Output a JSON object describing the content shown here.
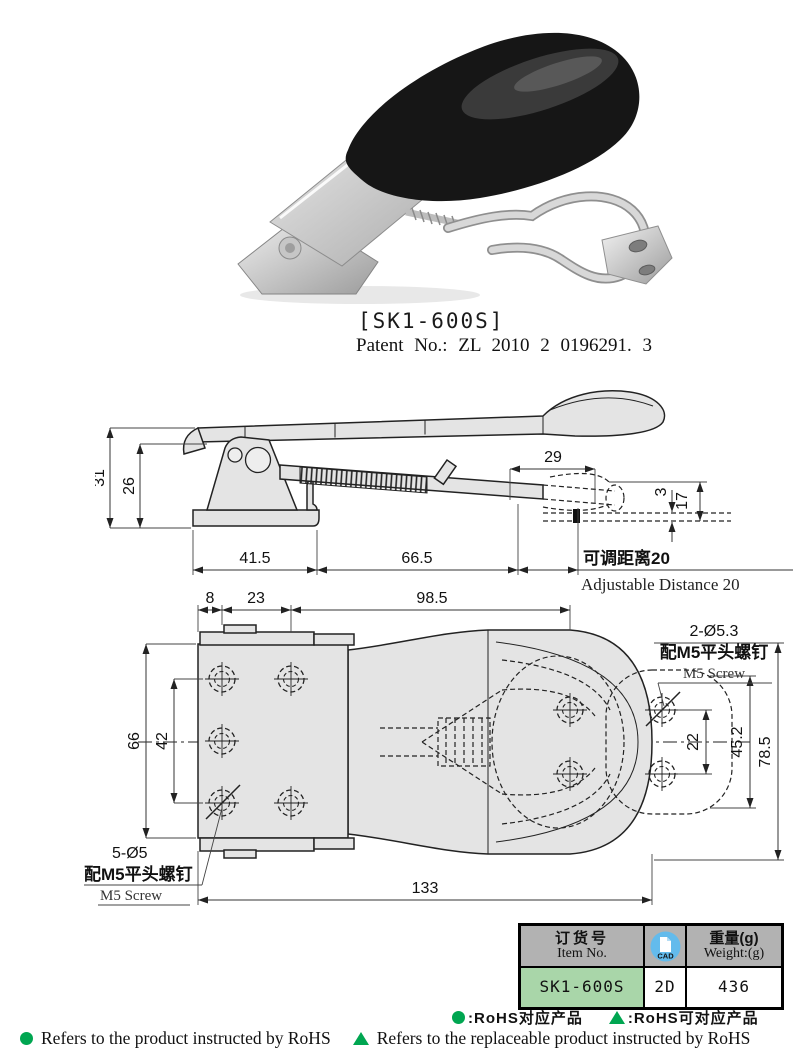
{
  "product": {
    "model": "[SK1-600S]",
    "patent": "Patent No.: ZL 2010 2 0196291. 3"
  },
  "side_view": {
    "d31": "31",
    "d26": "26",
    "d29": "29",
    "d3": "3",
    "d17": "17",
    "d41_5": "41.5",
    "d66_5": "66.5",
    "adjustable_cn": "可调距离20",
    "adjustable_en": "Adjustable Distance 20"
  },
  "top_view": {
    "d8": "8",
    "d23": "23",
    "d98_5": "98.5",
    "d133": "133",
    "d66": "66",
    "d42": "42",
    "d22": "22",
    "d45_2": "45.2",
    "d78_5": "78.5",
    "right_callout": {
      "title": "2-Ø5.3",
      "cn": "配M5平头螺钉",
      "en": "M5 Screw"
    },
    "left_callout": {
      "title": "5-Ø5",
      "cn": "配M5平头螺钉",
      "en": "M5 Screw"
    }
  },
  "spec_table": {
    "item_no_cn": "订货号",
    "item_no_en": "Item No.",
    "cad_label": "CAD",
    "weight_cn": "重量(g)",
    "weight_en": "Weight:(g)",
    "item_no": "SK1-600S",
    "cad_type": "2D",
    "weight": "436"
  },
  "legend": {
    "cn_rohs": ":RoHS对应产品",
    "cn_rohs_replaceable": ":RoHS可对应产品",
    "en_rohs": "Refers to the product instructed by RoHS",
    "en_rohs_replaceable": "Refers to the replaceable product instructed by RoHS"
  },
  "colors": {
    "legend_green": "#00a651",
    "table_header_gray": "#b2b2b2",
    "item_bg_green": "#a9d6a9",
    "cad_icon_blue": "#63bbec",
    "drawing_fill": "#e4e4e4"
  }
}
